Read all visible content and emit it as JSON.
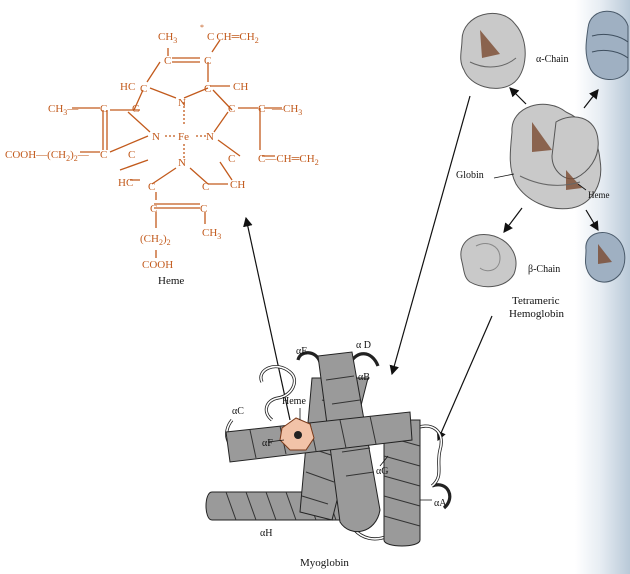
{
  "heme_formula": {
    "ch3_top": "CH",
    "ch3_top_sub": "3",
    "star": "*",
    "vinyl_top": "CH═CH",
    "vinyl_top_sub": "2",
    "hc_left": "HC",
    "ch_right_top": "CH",
    "ch3_left": "CH",
    "ch3_left_sub": "3",
    "ch3_right": "CH",
    "ch3_right_sub": "3",
    "n_top": "N",
    "n_left": "N",
    "fe": "Fe",
    "n_right": "N",
    "n_bottom": "N",
    "cooh_left": "COOH—(CH",
    "cooh_left_sub": "2",
    "cooh_left_tail": ")",
    "vinyl_right": "C—CH═CH",
    "vinyl_right_sub": "2",
    "hc_left_bottom": "HC",
    "ch_right_bottom": "CH",
    "ch2_bottom": "(CH",
    "ch2_bottom_sub": "2",
    "ch2_bottom_tail": ")",
    "ch3_bottom": "CH",
    "ch3_bottom_sub": "3",
    "cooh_bottom": "COOH",
    "c_letter": "C",
    "caption": "Heme"
  },
  "hemoglobin": {
    "alpha_chain": "α-Chain",
    "beta_chain": "β-Chain",
    "globin": "Globin",
    "heme": "Heme",
    "caption_line1": "Tetrameric",
    "caption_line2": "Hemoglobin"
  },
  "myoglobin": {
    "caption": "Myoglobin",
    "heme": "Heme",
    "helices": {
      "A": "αA",
      "B": "αB",
      "C": "αC",
      "D": "α D",
      "E": "αE",
      "F": "αF",
      "G": "αG",
      "H": "αH"
    }
  },
  "colors": {
    "formula": "#c25a1c",
    "heme_group": "#f2c3a8",
    "globin_alpha": "#c9c9c9",
    "globin_beta": "#9fb0c2",
    "helix": "#9a9a9a"
  }
}
